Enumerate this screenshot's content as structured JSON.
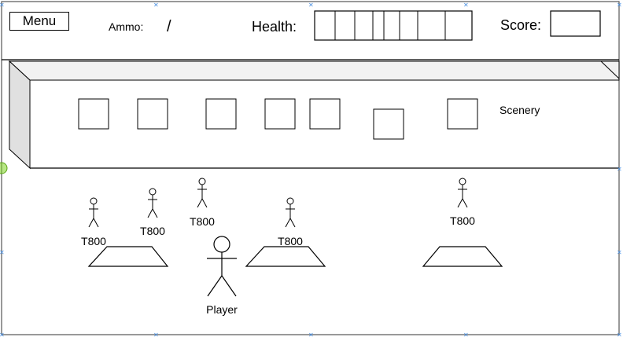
{
  "hud": {
    "menu_label": "Menu",
    "ammo_label": "Ammo:",
    "ammo_separator": "/",
    "health_label": "Health:",
    "health_segments": 8,
    "score_label": "Score:"
  },
  "scenery": {
    "label": "Scenery",
    "window_count": 7
  },
  "enemies": [
    {
      "label": "T800"
    },
    {
      "label": "T800"
    },
    {
      "label": "T800"
    },
    {
      "label": "T800"
    },
    {
      "label": "T800"
    }
  ],
  "cover_count": 3,
  "player": {
    "label": "Player"
  },
  "colors": {
    "stroke": "#000000",
    "wall_top": "#f2f2f2",
    "wall_side": "#e0e0e0",
    "frame": "#555555",
    "handle": "#4a90e2",
    "connector": "#7ed321"
  }
}
